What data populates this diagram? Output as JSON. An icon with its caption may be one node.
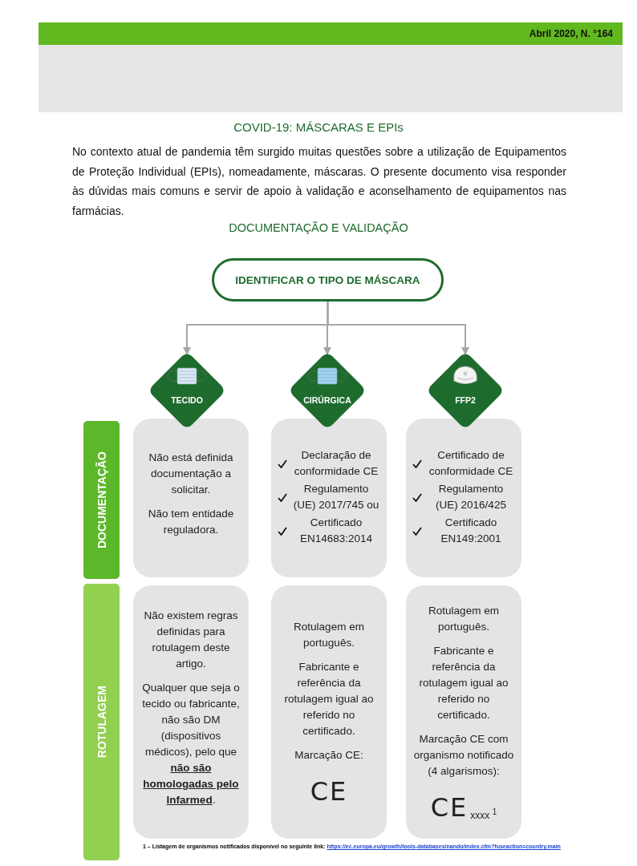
{
  "diagram": {
    "title": "COVID-19: MÁSCARAS E EPIs",
    "nodes": [
      {
        "text": [
          "IDENTIFICAR O TIPO DE MÁSCARA"
        ]
      },
      {
        "text": [
          "TECIDO"
        ]
      },
      {
        "text": [
          "CIRÚRGICA"
        ]
      },
      {
        "text": [
          "FFP2"
        ]
      },
      {
        "text": [
          "DOCUMENTAÇÃO"
        ]
      },
      {
        "text": [
          "ROTULAGEM"
        ]
      },
      {
        "text": [
          "Não está definida documentação a solicitar.",
          "Não tem entidade reguladora."
        ]
      },
      {
        "text": [
          "Declaração de conformidade CE",
          "Regulamento (UE) 2017/745 ou",
          "Certificado EN14683:2014"
        ]
      },
      {
        "text": [
          "Certificado de conformidade CE",
          "Regulamento (UE) 2016/425",
          "Certificado EN149:2001"
        ]
      },
      {
        "text": [
          "Não existem regras definidas para rotulagem deste artigo.",
          "Qualquer que seja o tecido ou fabricante, não são DM (dispositivos médicos), pelo que **não são homologadas pelo Infarmed**."
        ]
      },
      {
        "text": [
          "Rotulagem em português.",
          "Fabricante e referência da rotulagem igual ao referido no certificado.",
          "Marcação CE:",
          "CE"
        ]
      },
      {
        "text": [
          "Rotulagem em português.",
          "Fabricante e referência da rotulagem igual ao referido no certificado.",
          "Marcação CE com organismo notificado (4 algarismos):",
          "CE",
          "xxxx $^{1}$"
        ]
      }
    ],
    "edges": [
      {
        "from": 0,
        "to": 1,
        "arrow": "to"
      },
      {
        "from": 0,
        "to": 2,
        "arrow": "to"
      },
      {
        "from": 0,
        "to": 3,
        "arrow": "to"
      }
    ],
    "labels": [
      "Abril 2020, N. °164",
      "No contexto atual de pandemia têm surgido muitas questões sobre a utilização de Equipamentos de Proteção Individual (EPIs), nomeadamente, máscaras. O presente documento visa responder às dúvidas mais comuns e servir de apoio à validação e aconselhamento de equipamentos nas farmácias.",
      "DOCUMENTAÇÃO E VALIDAÇÃO",
      "1 – Listagem de organismos notificados disponível no seguinte link:",
      "https://ec.europa.eu/growth/tools-databases/nando/index.cfm?fuseaction=country.main"
    ]
  }
}
